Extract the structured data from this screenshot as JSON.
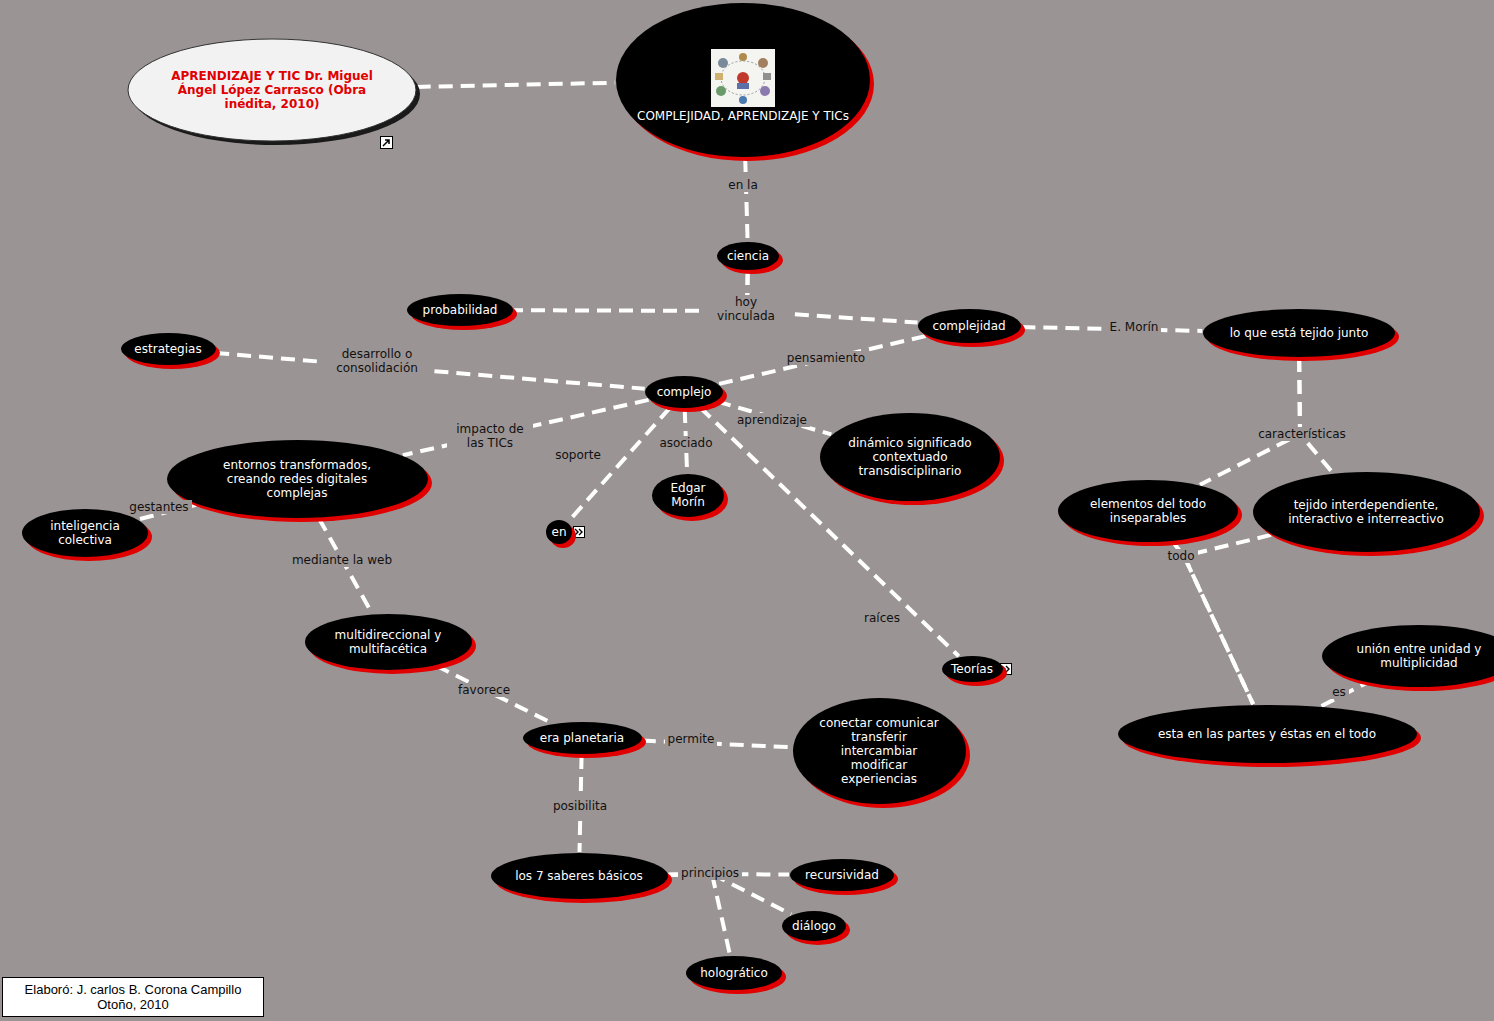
{
  "diagram": {
    "nodes": [
      {
        "text": [
          "APRENDIZAJE Y TIC Dr. Miguel Ángel López Carrasco (Obra inédita, 2010)"
        ]
      },
      {
        "text": [
          "COMPLEJIDAD, APRENDIZAJE Y TICs"
        ]
      },
      {
        "text": [
          "ciencia"
        ]
      },
      {
        "text": [
          "probabilidad"
        ]
      },
      {
        "text": [
          "complejidad"
        ]
      },
      {
        "text": [
          "lo que está tejido junto"
        ]
      },
      {
        "text": [
          "estrategias"
        ]
      },
      {
        "text": [
          "complejo"
        ]
      },
      {
        "text": [
          "entornos transformados, creando redes digitales complejas"
        ]
      },
      {
        "text": [
          "dinámico significado contextuado transdisciplinario"
        ]
      },
      {
        "text": [
          "Edgar Morín"
        ]
      },
      {
        "text": [
          "elementos del todo inseparables"
        ]
      },
      {
        "text": [
          "tejido interdependiente, interactivo e interreactivo"
        ]
      },
      {
        "text": [
          "inteligencia colectiva"
        ]
      },
      {
        "text": [
          "en"
        ]
      },
      {
        "text": [
          "multidireccional y multifacética"
        ]
      },
      {
        "text": [
          "Teorías"
        ]
      },
      {
        "text": [
          "unión entre unidad y multiplicidad"
        ]
      },
      {
        "text": [
          "era planetaria"
        ]
      },
      {
        "text": [
          "esta en las partes y éstas en el todo"
        ]
      },
      {
        "text": [
          "conectar comunicar transferir intercambiar modificar experiencias"
        ]
      },
      {
        "text": [
          "los 7 saberes básicos"
        ]
      },
      {
        "text": [
          "recursividad"
        ]
      },
      {
        "text": [
          "diálogo"
        ]
      },
      {
        "text": [
          "hologrático"
        ]
      },
      {
        "text": [
          "Elaboró: J. carlos B. Corona Campillo Otoño, 2010"
        ]
      }
    ],
    "edges": [
      {
        "from": 0,
        "to": 1,
        "arrow": "none"
      },
      {
        "from": 1,
        "to": 2,
        "label": "en la",
        "arrow": "none"
      },
      {
        "from": 2,
        "to": 3,
        "arrow": "none"
      },
      {
        "from": 2,
        "to": 4,
        "label": "hoy vinculada",
        "arrow": "none"
      },
      {
        "from": 4,
        "to": 5,
        "label": "E. Morín",
        "arrow": "none"
      },
      {
        "from": 4,
        "to": 7,
        "label": "pensamiento",
        "arrow": "none"
      },
      {
        "from": 6,
        "to": 7,
        "label": "desarrollo o consolidación",
        "arrow": "none"
      },
      {
        "from": 7,
        "to": 8,
        "label": "impacto de las TICs",
        "arrow": "none"
      },
      {
        "from": 7,
        "to": 14,
        "label": "soporte",
        "arrow": "none"
      },
      {
        "from": 7,
        "to": 10,
        "label": "asociado",
        "arrow": "none"
      },
      {
        "from": 7,
        "to": 9,
        "label": "aprendizaje",
        "arrow": "none"
      },
      {
        "from": 7,
        "to": 16,
        "label": "raíces",
        "arrow": "none"
      },
      {
        "from": 8,
        "to": 13,
        "label": "gestantes",
        "arrow": "none"
      },
      {
        "from": 8,
        "to": 15,
        "label": "mediante la web",
        "arrow": "none"
      },
      {
        "from": 5,
        "to": 11,
        "label": "características",
        "arrow": "none"
      },
      {
        "from": 5,
        "to": 12,
        "arrow": "none"
      },
      {
        "from": 11,
        "to": 19,
        "label": "todo",
        "arrow": "none"
      },
      {
        "from": 12,
        "to": 19,
        "arrow": "none"
      },
      {
        "from": 19,
        "to": 17,
        "label": "es",
        "arrow": "none"
      },
      {
        "from": 15,
        "to": 18,
        "label": "favorece",
        "arrow": "none"
      },
      {
        "from": 18,
        "to": 20,
        "label": "permite",
        "arrow": "none"
      },
      {
        "from": 18,
        "to": 21,
        "label": "posibilita",
        "arrow": "none"
      },
      {
        "from": 21,
        "to": 22,
        "label": "principios",
        "arrow": "none"
      },
      {
        "from": 21,
        "to": 23,
        "arrow": "none"
      },
      {
        "from": 21,
        "to": 24,
        "arrow": "none"
      }
    ]
  }
}
